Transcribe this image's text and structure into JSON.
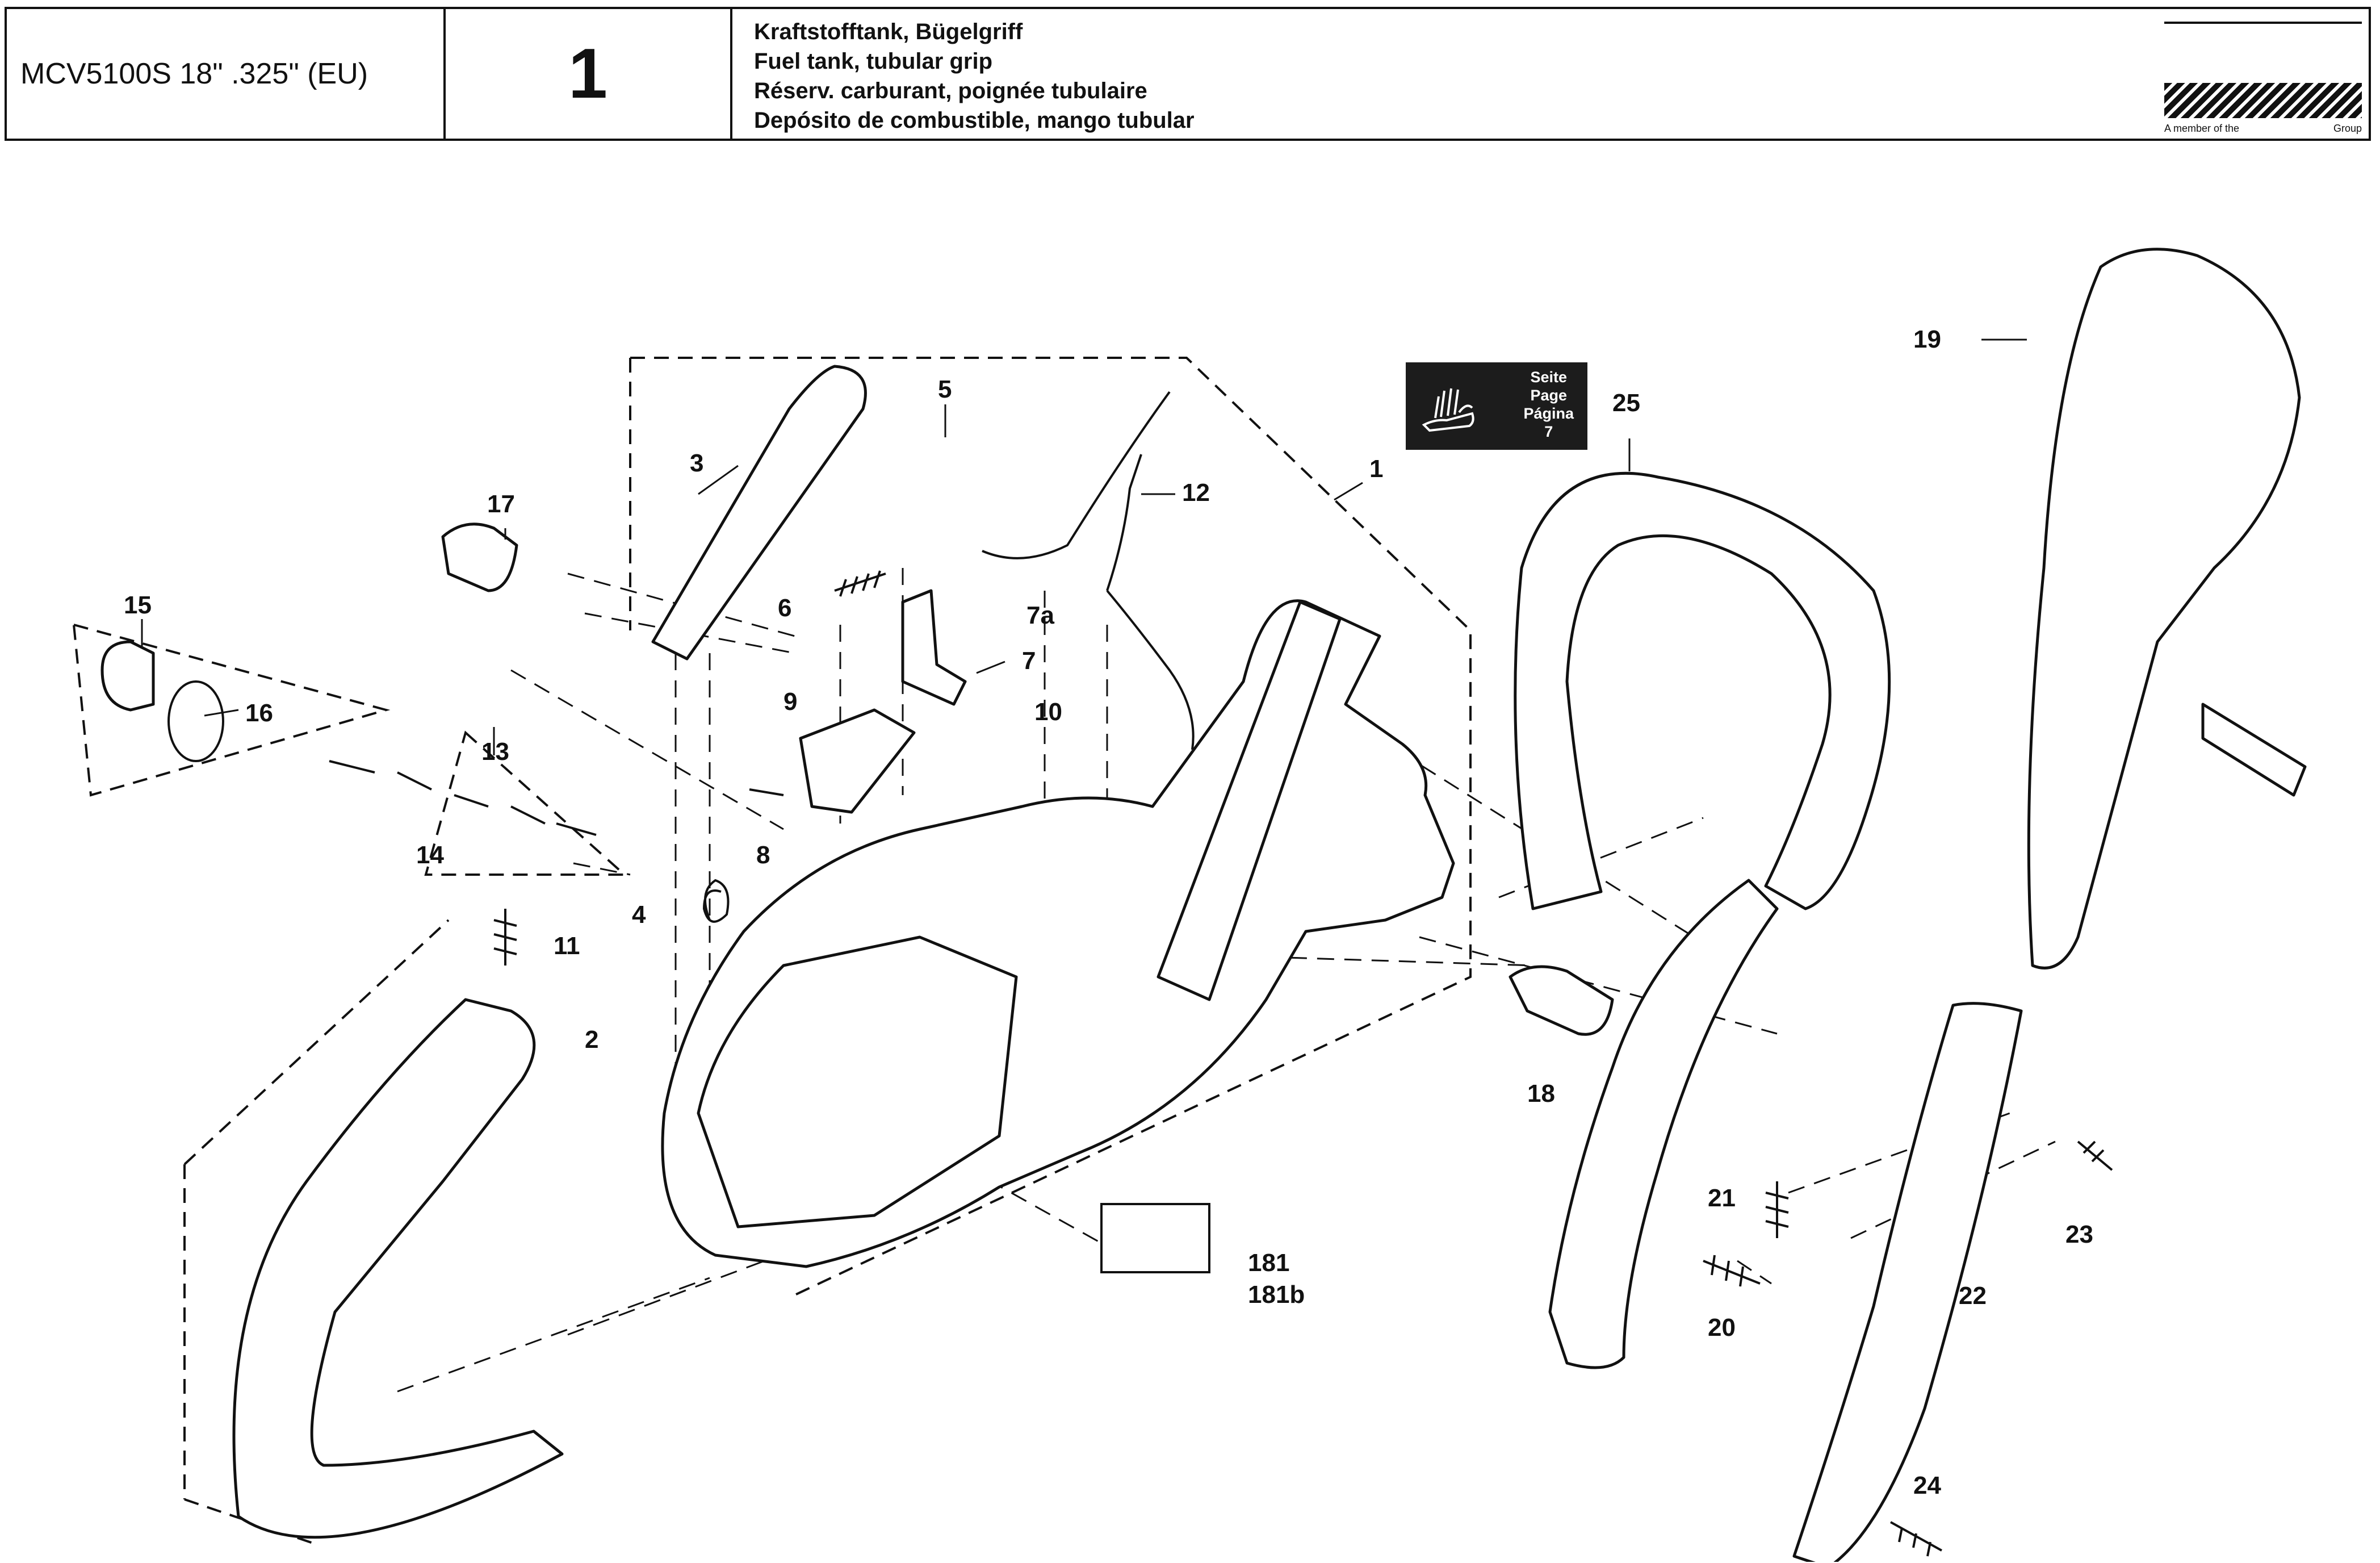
{
  "header": {
    "model": "MCV5100S 18\" .325\" (EU)",
    "page_number": "1",
    "titles": [
      "Kraftstofftank, Bügelgriff",
      "Fuel tank, tubular grip",
      "Réserv. carburant, poignée tubulaire",
      "Depósito de combustible, mango tubular"
    ],
    "brand_member": "A member of the",
    "brand_group": "Group"
  },
  "page_reference": {
    "lines": [
      "Seite",
      "Page",
      "Página",
      "7"
    ]
  },
  "callouts": [
    "1",
    "2",
    "3",
    "4",
    "5",
    "6",
    "7",
    "7a",
    "8",
    "9",
    "10",
    "11",
    "12",
    "13",
    "14",
    "15",
    "16",
    "17",
    "18",
    "19",
    "20",
    "21",
    "22",
    "23",
    "24",
    "25",
    "181",
    "181b"
  ]
}
